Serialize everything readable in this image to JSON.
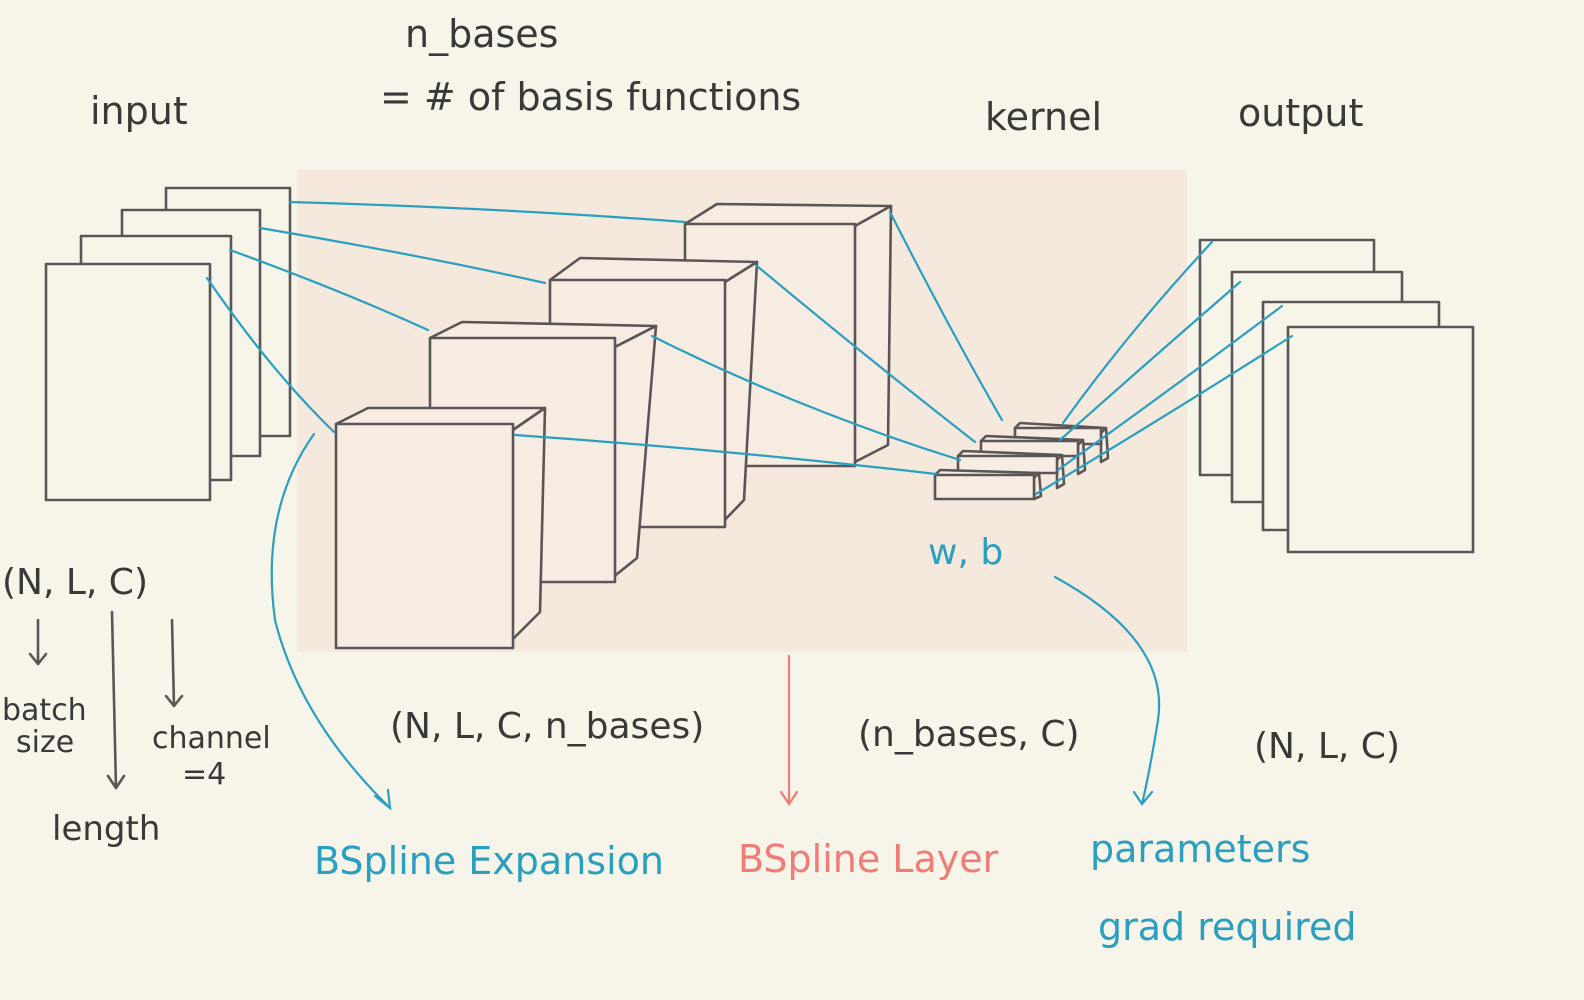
{
  "colors": {
    "background": "#f7f5ea",
    "layer_box": "#f5e9de",
    "ink": "#3b3838",
    "teal": "#2a9fc0",
    "red": "#ef7c76"
  },
  "labels": {
    "n_bases_title": "n_bases",
    "n_bases_def": "= # of basis functions",
    "input": "input",
    "kernel": "kernel",
    "output": "output",
    "params": "w, b",
    "input_shape": "(N, L, C)",
    "batch_size_1": "batch",
    "batch_size_2": "size",
    "length": "length",
    "channel_1": "channel",
    "channel_2": "=4",
    "expansion_shape": "(N, L, C, n_bases)",
    "kernel_shape": "(n_bases, C)",
    "output_shape": "(N, L, C)",
    "bspline_expansion": "BSpline Expansion",
    "bspline_layer": "BSpline Layer",
    "parameters_1": "parameters",
    "parameters_2": "grad required"
  }
}
